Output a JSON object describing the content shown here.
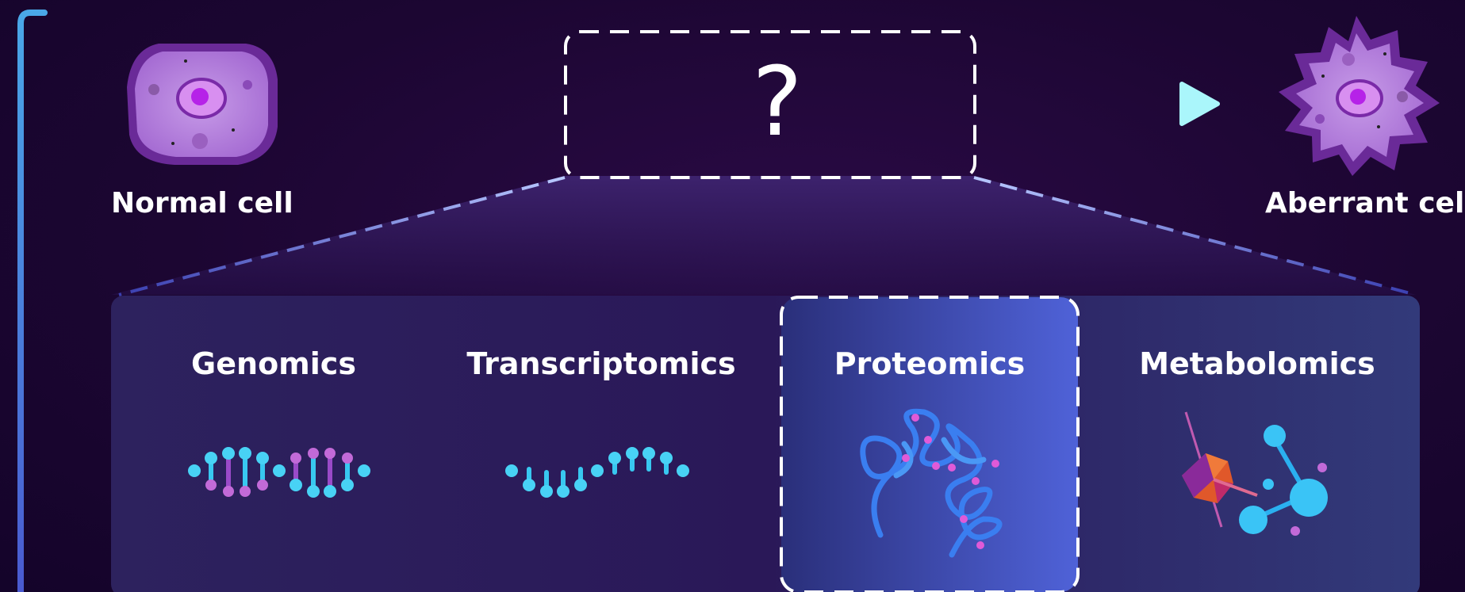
{
  "cells": {
    "normal_label": "Normal cell",
    "aberrant_label": "Aberrant cell"
  },
  "transition": {
    "unknown_symbol": "?"
  },
  "omics": [
    {
      "label": "Genomics",
      "icon": "dna-double-helix-icon",
      "highlighted": false
    },
    {
      "label": "Transcriptomics",
      "icon": "rna-strand-icon",
      "highlighted": false
    },
    {
      "label": "Proteomics",
      "icon": "protein-chain-icon",
      "highlighted": true
    },
    {
      "label": "Metabolomics",
      "icon": "metabolite-molecule-icon",
      "highlighted": false
    }
  ],
  "colors": {
    "background": "#1c0632",
    "cell_purple": "#b07ad8",
    "accent_cyan": "#38c8f0",
    "accent_blue": "#5f7be0",
    "highlight_panel": "#4a5ad0"
  }
}
